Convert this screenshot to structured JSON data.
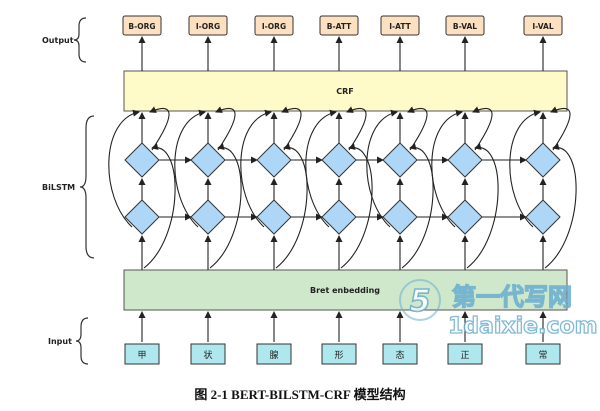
{
  "section_labels": {
    "output": "Output",
    "bilstm": "BiLSTM",
    "input": "Input"
  },
  "outputs": [
    "B-ORG",
    "I-ORG",
    "I-ORG",
    "B-ATT",
    "I-ATT",
    "B-VAL",
    "I-VAL"
  ],
  "inputs": [
    "甲",
    "状",
    "腺",
    "形",
    "态",
    "正",
    "常"
  ],
  "crf_label": "CRF",
  "embedding_label": "Bret enbedding",
  "caption": "图  2-1 BERT-BILSTM-CRF 模型结构",
  "watermark": {
    "logo_glyph": "5",
    "site_name": "第一代写网",
    "site_url": "1daixie.com"
  },
  "colors": {
    "output_fill": "#fde0bf",
    "crf_fill": "#fefbc8",
    "diamond_fill": "#aed7f7",
    "embedding_fill": "#cfe8cc",
    "input_fill": "#aee7ee",
    "watermark": "#6aaed0"
  }
}
